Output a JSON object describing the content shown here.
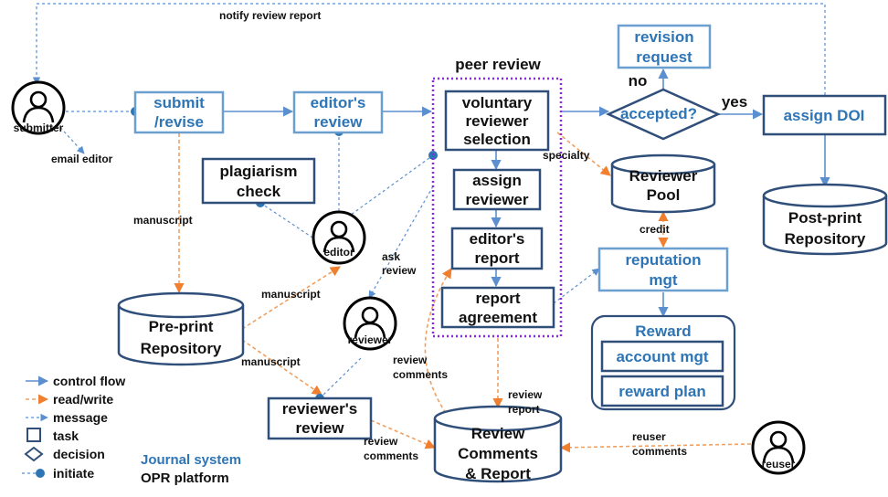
{
  "labels": {
    "notify": "notify review report",
    "submitter": "submitter",
    "email_editor": "email editor",
    "submit_1": "submit",
    "submit_2": "/revise",
    "editors_review_1": "editor's",
    "editors_review_2": "review",
    "peer_review": "peer review",
    "voluntary_1": "voluntary",
    "voluntary_2": "reviewer",
    "voluntary_3": "selection",
    "assign_1": "assign",
    "assign_2": "reviewer",
    "editors_report_1": "editor's",
    "editors_report_2": "report",
    "agreement_1": "report",
    "agreement_2": "agreement",
    "revision_1": "revision",
    "revision_2": "request",
    "no": "no",
    "yes": "yes",
    "accepted": "accepted?",
    "assign_doi": "assign DOI",
    "specialty": "specialty",
    "reviewer_pool_1": "Reviewer",
    "reviewer_pool_2": "Pool",
    "credit": "credit",
    "reputation_1": "reputation",
    "reputation_2": "mgt",
    "reward": "Reward",
    "account_mgt": "account mgt",
    "reward_plan": "reward plan",
    "postprint_1": "Post-print",
    "postprint_2": "Repository",
    "plagiarism_1": "plagiarism",
    "plagiarism_2": "check",
    "manuscript_a": "manuscript",
    "manuscript_b": "manuscript",
    "manuscript_c": "manuscript",
    "editor": "editor",
    "ask_1": "ask",
    "ask_2": "review",
    "reviewer": "reviewer",
    "preprint_1": "Pre-print",
    "preprint_2": "Repository",
    "review_comments_a1": "review",
    "review_comments_a2": "comments",
    "review_report_1": "review",
    "review_report_2": "report",
    "reviewers_review_1": "reviewer's",
    "reviewers_review_2": "review",
    "review_comments_b1": "review",
    "review_comments_b2": "comments",
    "rcr_1": "Review",
    "rcr_2": "Comments",
    "rcr_3": "& Report",
    "reuser_comments_1": "reuser",
    "reuser_comments_2": "comments",
    "reuser": "reuser"
  },
  "legend": {
    "control_flow": "control flow",
    "read_write": "read/write",
    "message": "message",
    "task": "task",
    "decision": "decision",
    "initiate": "initiate",
    "journal_system": "Journal system",
    "opr_platform": "OPR platform"
  },
  "colors": {
    "journal_system": "#2e75b6",
    "opr_platform": "#111111",
    "control_flow": "#5b8fcf",
    "read_write": "#f0a060",
    "peer_review_group": "#8a2be2"
  }
}
